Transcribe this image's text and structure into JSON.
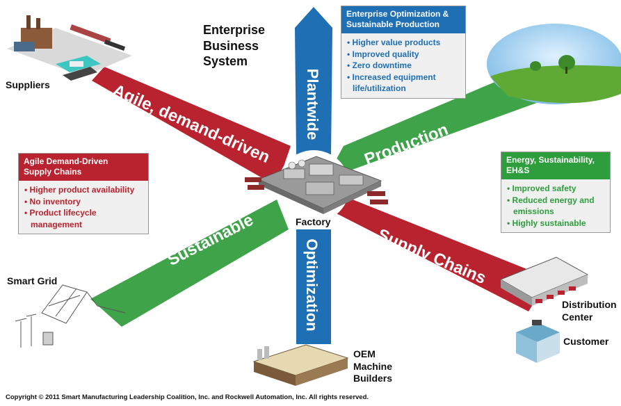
{
  "title_lines": [
    "Enterprise",
    "Business",
    "System"
  ],
  "arms": {
    "agile": "Agile, demand-driven",
    "plantwide": "Plantwide",
    "production": "Production",
    "sustainable": "Sustainable",
    "optimization": "Optimization",
    "supply_chains": "Supply Chains"
  },
  "nodes": {
    "suppliers": "Suppliers",
    "smart_grid": "Smart Grid",
    "factory": "Factory",
    "distribution_center": [
      "Distribution",
      "Center"
    ],
    "customer": "Customer",
    "oem": [
      "OEM",
      "Machine",
      "Builders"
    ]
  },
  "boxes": {
    "enterprise": {
      "title": [
        "Enterprise Optimization &",
        "Sustainable Production"
      ],
      "items": [
        "Higher value products",
        "Improved quality",
        "Zero downtime",
        "Increased equipment",
        "life/utilization"
      ]
    },
    "agile": {
      "title": [
        "Agile Demand-Driven",
        "Supply Chains"
      ],
      "items": [
        "Higher product availability",
        "No inventory",
        "Product lifecycle",
        "management"
      ]
    },
    "energy": {
      "title": [
        "Energy, Sustainability,",
        "EH&S"
      ],
      "items": [
        "Improved safety",
        "Reduced energy and",
        "emissions",
        "Highly sustainable"
      ]
    }
  },
  "colors": {
    "red": "#b9222f",
    "green": "#3fa34a",
    "blue": "#1f6fb5"
  },
  "copyright": "Copyright © 2011 Smart Manufacturing Leadership Coalition, Inc. and Rockwell Automation, Inc. All rights reserved."
}
